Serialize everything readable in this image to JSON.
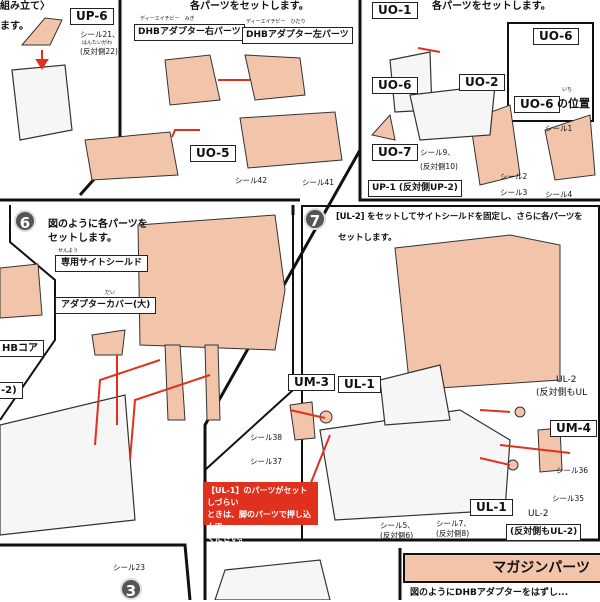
{
  "colors": {
    "part": "#f2c4aa",
    "arrow": "#e0301e",
    "border": "#111111"
  },
  "top_left": {
    "heading_fragment": "組み立て〉",
    "text_fragment": "ます。",
    "part_label": "UP-6",
    "seal": "シール21、",
    "seal_ruby": "はんたいがわ",
    "seal_opposite": "(反対側22)"
  },
  "top_middle": {
    "instruction_fragment": "各パーツをセットします。",
    "right_part": "DHBアダプター右パーツ",
    "right_ruby": "ディーエイチビー　みぎ",
    "left_part": "DHBアダプター左パーツ",
    "left_ruby": "ディーエイチビー　ひだり",
    "part_label": "UO-5",
    "seal_42": "シール42",
    "seal_41": "シール41"
  },
  "top_right": {
    "instruction_fragment": "各パーツをセットします。",
    "uo1": "UO-1",
    "uo6": "UO-6",
    "uo2": "UO-2",
    "uo7": "UO-7",
    "inset_label": "UO-6",
    "inset_suffix": "の位置",
    "inset_ruby": "いち",
    "seal_9": "シール9、",
    "seal_9_opposite": "(反対側10)",
    "up1": "UP-1 (反対側UP-2)",
    "seal_1": "シール1",
    "seal_2": "シール2",
    "seal_3": "シール3",
    "seal_4": "シール4"
  },
  "left_edge": {
    "core_label": "HBコア",
    "frag_label": "-2)"
  },
  "step6": {
    "number": "6",
    "instruction_line1": "図のように各パーツを",
    "instruction_line2": "セットします。",
    "shield_label": "専用サイトシールド",
    "shield_ruby": "せんよう",
    "cover_label": "アダプターカバー(大)",
    "cover_ruby": "だい",
    "seal_23": "シール23"
  },
  "step7": {
    "number": "7",
    "instruction_line1": "[UL-2] をセットしてサイトシールドを固定し、さらに各パーツを",
    "instruction_line2": "セットします。",
    "um3": "UM-3",
    "ul1_top": "UL-1",
    "ul2_top": "UL-2",
    "ul2_top_opposite": "(反対側もUL",
    "um4": "UM-4",
    "ul1_bottom": "UL-1",
    "ul2_bottom": "UL-2",
    "ul2_bottom_opposite": "(反対側もUL-2)",
    "seal_38": "シール38",
    "seal_37": "シール37",
    "seal_36": "シール36",
    "seal_35": "シール35",
    "seal_5": "シール5、",
    "seal_5_opposite": "(反対側6)",
    "seal_7": "シール7、",
    "seal_7_opposite": "(反対側8)",
    "note_line1": "【UL-1】のパーツがセットしづらい",
    "note_line2": "ときは、脚のパーツで押し込んで",
    "note_line3": "ください。"
  },
  "bottom": {
    "step_number": "3",
    "magazine_header": "マガジンパーツ",
    "instruction_fragment": "図のようにDHBアダプターをはずし..."
  }
}
